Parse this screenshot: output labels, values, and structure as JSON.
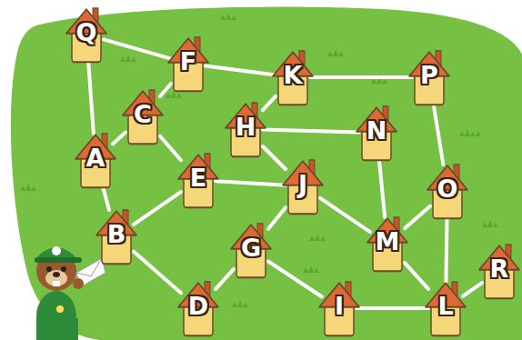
{
  "diagram": {
    "nodes": [
      {
        "text": [
          "Q"
        ]
      },
      {
        "text": [
          "F"
        ]
      },
      {
        "text": [
          "K"
        ]
      },
      {
        "text": [
          "P"
        ]
      },
      {
        "text": [
          "C"
        ]
      },
      {
        "text": [
          "H"
        ]
      },
      {
        "text": [
          "N"
        ]
      },
      {
        "text": [
          "A"
        ]
      },
      {
        "text": [
          "E"
        ]
      },
      {
        "text": [
          "J"
        ]
      },
      {
        "text": [
          "O"
        ]
      },
      {
        "text": [
          "B"
        ]
      },
      {
        "text": [
          "G"
        ]
      },
      {
        "text": [
          "M"
        ]
      },
      {
        "text": [
          "R"
        ]
      },
      {
        "text": [
          "D"
        ]
      },
      {
        "text": [
          "I"
        ]
      },
      {
        "text": [
          "L"
        ]
      }
    ],
    "edges": [
      {
        "from": 0,
        "to": 1,
        "arrow": "none"
      },
      {
        "from": 1,
        "to": 2,
        "arrow": "none"
      },
      {
        "from": 2,
        "to": 3,
        "arrow": "none"
      },
      {
        "from": 0,
        "to": 7,
        "arrow": "none"
      },
      {
        "from": 1,
        "to": 4,
        "arrow": "none"
      },
      {
        "from": 4,
        "to": 7,
        "arrow": "none"
      },
      {
        "from": 4,
        "to": 8,
        "arrow": "none"
      },
      {
        "from": 2,
        "to": 5,
        "arrow": "none"
      },
      {
        "from": 5,
        "to": 6,
        "arrow": "none"
      },
      {
        "from": 5,
        "to": 9,
        "arrow": "none"
      },
      {
        "from": 3,
        "to": 10,
        "arrow": "none"
      },
      {
        "from": 7,
        "to": 11,
        "arrow": "none"
      },
      {
        "from": 8,
        "to": 11,
        "arrow": "none"
      },
      {
        "from": 8,
        "to": 9,
        "arrow": "none"
      },
      {
        "from": 6,
        "to": 13,
        "arrow": "none"
      },
      {
        "from": 9,
        "to": 13,
        "arrow": "none"
      },
      {
        "from": 9,
        "to": 12,
        "arrow": "none"
      },
      {
        "from": 10,
        "to": 13,
        "arrow": "none"
      },
      {
        "from": 10,
        "to": 17,
        "arrow": "none"
      },
      {
        "from": 11,
        "to": 15,
        "arrow": "none"
      },
      {
        "from": 12,
        "to": 15,
        "arrow": "none"
      },
      {
        "from": 12,
        "to": 16,
        "arrow": "none"
      },
      {
        "from": 16,
        "to": 17,
        "arrow": "none"
      },
      {
        "from": 13,
        "to": 17,
        "arrow": "none"
      },
      {
        "from": 17,
        "to": 14,
        "arrow": "none"
      }
    ]
  }
}
